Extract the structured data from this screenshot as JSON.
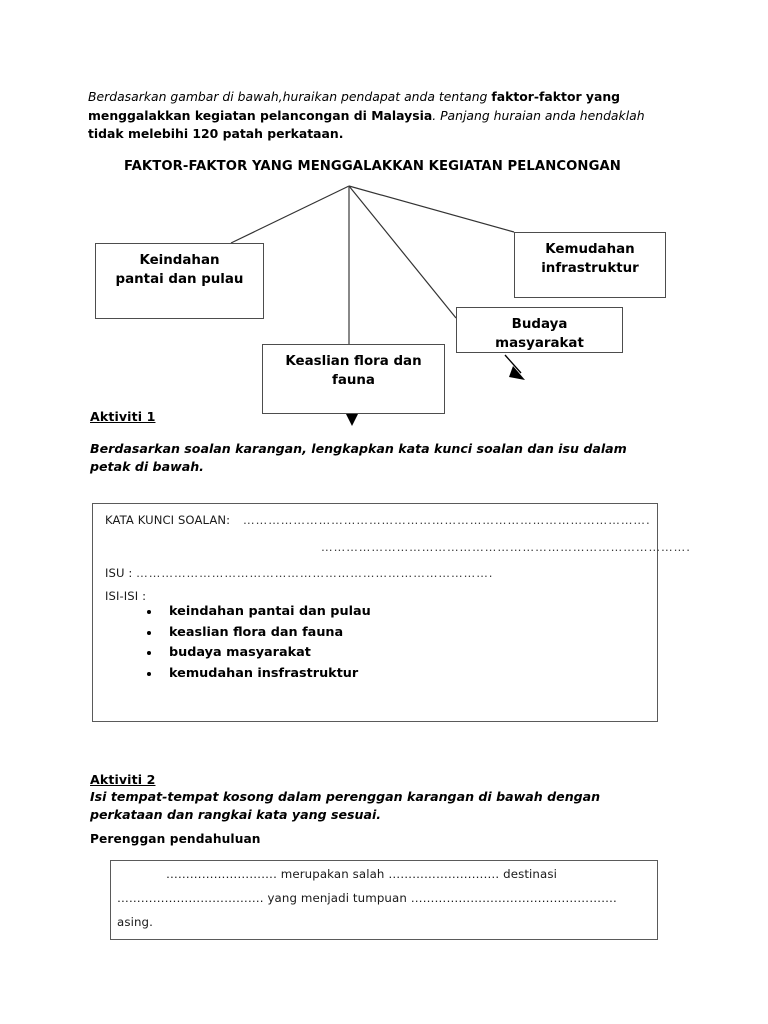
{
  "document": {
    "intro": {
      "seg1_italic": "Berdasarkan gambar di bawah,huraikan pendapat anda tentang ",
      "seg2_bold": "faktor-faktor yang menggalakkan kegiatan pelancongan di Malaysia",
      "seg3_italic": ". Panjang huraian anda hendaklah ",
      "seg4_bold": "tidak melebihi 120 patah perkataan."
    },
    "diagram": {
      "title": "FAKTOR-FAKTOR YANG MENGGALAKKAN KEGIATAN PELANCONGAN",
      "boxes": [
        {
          "id": "keindahan",
          "label": "Keindahan\npantai dan pulau"
        },
        {
          "id": "kemudahan",
          "label": "Kemudahan\ninfrastruktur"
        },
        {
          "id": "budaya",
          "label": "Budaya\nmasyarakat"
        },
        {
          "id": "keaslian",
          "label": "Keaslian flora dan\nfauna"
        }
      ]
    },
    "aktiviti1": {
      "heading": "Aktiviti 1",
      "instruction": "Berdasarkan soalan karangan, lengkapkan kata kunci soalan dan isu dalam petak di bawah.",
      "box": {
        "kata_kunci_label": "KATA KUNCI SOALAN:",
        "kata_kunci_dots_line1": "…………………………………………………………………………………….",
        "kata_kunci_dots_line2": "…………………………………………………………………………….",
        "isu_label": "ISU :",
        "isu_dots": "………………………………………………………………………….",
        "isi_label": "ISI-ISI :",
        "isi_items": [
          "keindahan pantai dan pulau",
          "keaslian flora dan fauna",
          "budaya masyarakat",
          "kemudahan insfrastruktur"
        ]
      }
    },
    "aktiviti2": {
      "heading": "Aktiviti 2",
      "instruction": "Isi tempat-tempat kosong dalam perenggan karangan di bawah dengan perkataan dan rangkai kata yang sesuai.",
      "perenggan_heading": "Perenggan pendahuluan",
      "box": {
        "line1": "……………………….    merupakan   salah   ……………………….    destinasi",
        "line2": "………………………………. yang menjadi tumpuan …………………………………………….",
        "line3": "asing."
      }
    }
  }
}
